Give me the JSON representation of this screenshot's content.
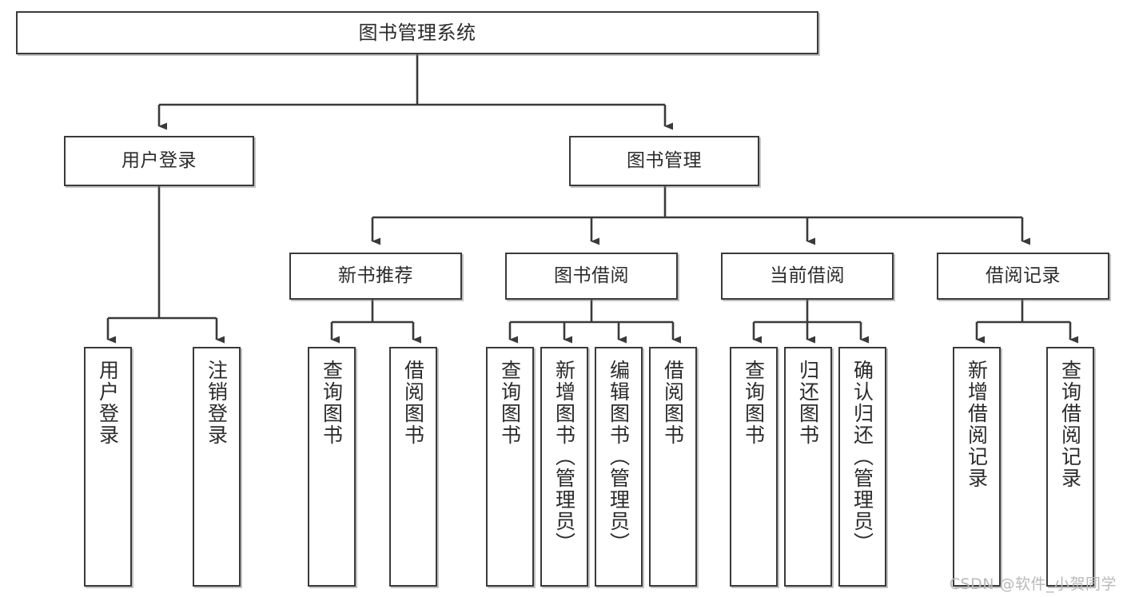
{
  "diagram": {
    "title": "图书管理系统",
    "watermark": "CSDN @软件_小贺同学",
    "accent_color": "#3a3a3a",
    "background_color": "#ffffff",
    "nodes": {
      "root": {
        "label": "图书管理系统"
      },
      "level2": [
        {
          "label": "用户登录"
        },
        {
          "label": "图书管理"
        }
      ],
      "level3": [
        {
          "label": "新书推荐"
        },
        {
          "label": "图书借阅"
        },
        {
          "label": "当前借阅"
        },
        {
          "label": "借阅记录"
        }
      ],
      "leaves_user_login": [
        {
          "label": "用户登录"
        },
        {
          "label": "注销登录"
        }
      ],
      "leaves_new_book": [
        {
          "label": "查询图书"
        },
        {
          "label": "借阅图书"
        }
      ],
      "leaves_borrow": [
        {
          "label": "查询图书"
        },
        {
          "label": "新增图书（管理员）"
        },
        {
          "label": "编辑图书（管理员）"
        },
        {
          "label": "借阅图书"
        }
      ],
      "leaves_current": [
        {
          "label": "查询图书"
        },
        {
          "label": "归还图书"
        },
        {
          "label": "确认归还（管理员）"
        }
      ],
      "leaves_records": [
        {
          "label": "新增借阅记录"
        },
        {
          "label": "查询借阅记录"
        }
      ]
    }
  }
}
